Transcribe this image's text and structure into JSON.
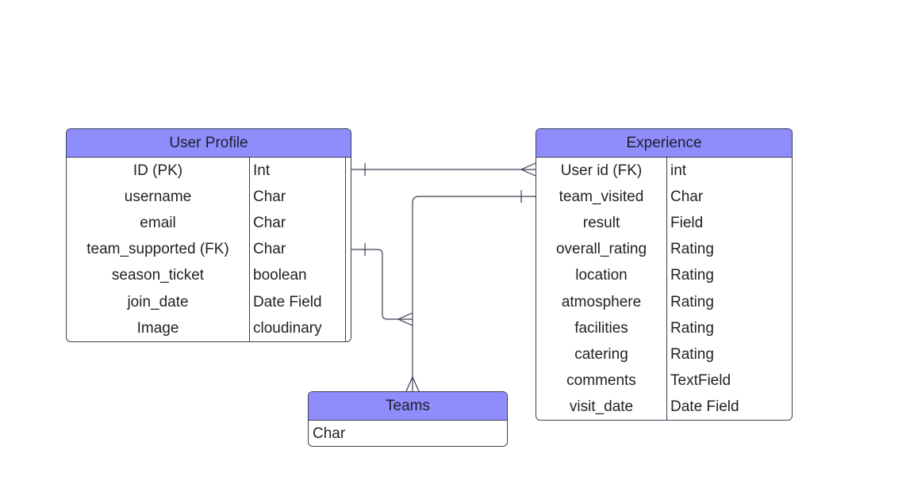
{
  "entities": {
    "user_profile": {
      "title": "User Profile",
      "fields": [
        {
          "name": "ID (PK)",
          "type": "Int"
        },
        {
          "name": "username",
          "type": "Char"
        },
        {
          "name": "email",
          "type": "Char"
        },
        {
          "name": "team_supported (FK)",
          "type": "Char"
        },
        {
          "name": "season_ticket",
          "type": "boolean"
        },
        {
          "name": "join_date",
          "type": "Date Field"
        },
        {
          "name": "Image",
          "type": "cloudinary"
        }
      ]
    },
    "experience": {
      "title": "Experience",
      "fields": [
        {
          "name": "User id (FK)",
          "type": "int"
        },
        {
          "name": "team_visited",
          "type": "Char"
        },
        {
          "name": "result",
          "type": "Field"
        },
        {
          "name": "overall_rating",
          "type": "Rating"
        },
        {
          "name": "location",
          "type": "Rating"
        },
        {
          "name": "atmosphere",
          "type": "Rating"
        },
        {
          "name": "facilities",
          "type": "Rating"
        },
        {
          "name": "catering",
          "type": "Rating"
        },
        {
          "name": "comments",
          "type": "TextField"
        },
        {
          "name": "visit_date",
          "type": "Date Field"
        }
      ]
    },
    "teams": {
      "title": "Teams",
      "fields": [
        {
          "type": "Char"
        }
      ]
    }
  },
  "relationships": [
    {
      "from": "User Profile.ID (PK)",
      "to": "Experience.User id (FK)",
      "from_end": "one",
      "to_end": "many"
    },
    {
      "from": "User Profile.team_supported (FK)",
      "to": "Teams",
      "from_end": "one",
      "to_end": "many"
    },
    {
      "from": "Experience.team_visited",
      "to": "Teams",
      "from_end": "one",
      "to_end": "many"
    }
  ],
  "colors": {
    "header": "#8f8dfc",
    "border": "#3a3f52",
    "line": "#3a3f52"
  }
}
